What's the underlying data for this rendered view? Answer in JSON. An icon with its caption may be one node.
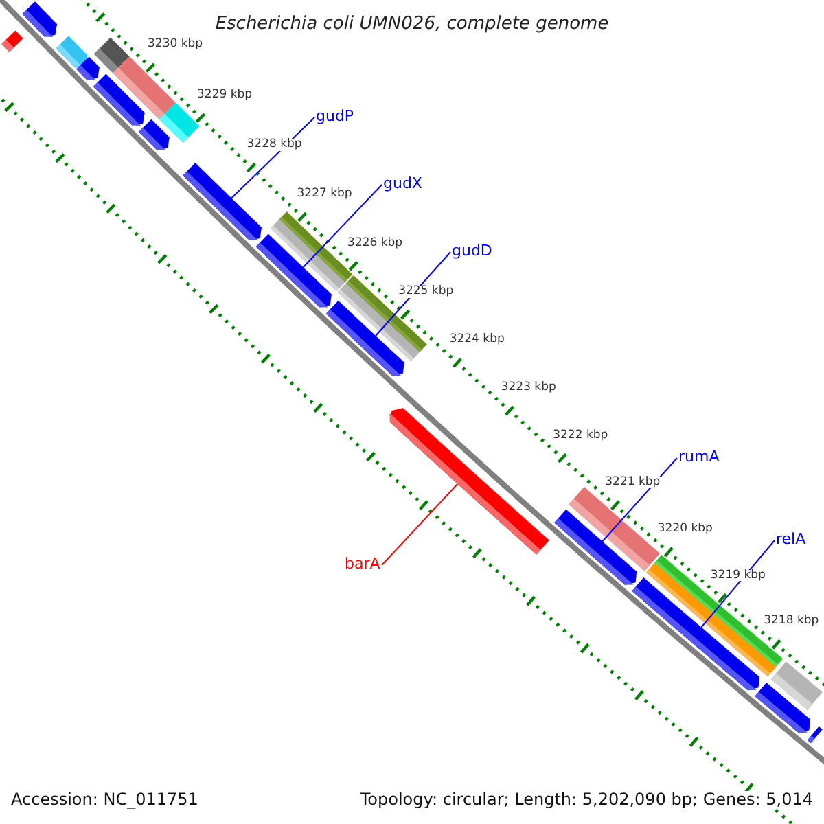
{
  "diagram": {
    "title": "Escherichia coli UMN026, complete genome",
    "nodes": [
      {
        "text": [
          "gudP"
        ]
      },
      {
        "text": [
          "gudX"
        ]
      },
      {
        "text": [
          "gudD"
        ]
      },
      {
        "text": [
          "barA"
        ]
      },
      {
        "text": [
          "rumA"
        ]
      },
      {
        "text": [
          "relA"
        ]
      },
      {
        "text": [],
        "shape": "bar"
      },
      {
        "text": [],
        "shape": "arrow"
      },
      {
        "text": [],
        "shape": "arrow"
      },
      {
        "text": [],
        "shape": "arrow"
      },
      {
        "text": [],
        "shape": "bar"
      },
      {
        "text": [],
        "shape": "arrow"
      },
      {
        "text": [],
        "shape": "bar"
      },
      {
        "text": [],
        "shape": "arrow"
      },
      {
        "text": [],
        "shape": "bar"
      },
      {
        "text": [],
        "shape": "arrow"
      },
      {
        "text": [],
        "shape": "bar"
      },
      {
        "text": [],
        "shape": "bar"
      },
      {
        "text": [],
        "shape": "arrow"
      },
      {
        "text": [],
        "shape": "bar"
      },
      {
        "text": [],
        "shape": "bar"
      },
      {
        "text": [],
        "shape": "arrow"
      },
      {
        "text": [],
        "shape": "arrow"
      },
      {
        "text": [],
        "shape": "bar"
      },
      {
        "text": [],
        "shape": "arrow"
      },
      {
        "text": [],
        "shape": "bar"
      },
      {
        "text": [],
        "shape": "bar"
      },
      {
        "text": [],
        "shape": "arrow"
      },
      {
        "text": [],
        "shape": "arrow"
      },
      {
        "text": [],
        "shape": "bar"
      },
      {
        "text": [],
        "shape": "arrow"
      }
    ],
    "edges": [
      {
        "from": 0,
        "to": 15,
        "arrow": "none"
      },
      {
        "from": 1,
        "to": 18,
        "arrow": "none"
      },
      {
        "from": 2,
        "to": 21,
        "arrow": "none"
      },
      {
        "from": 3,
        "to": 22,
        "arrow": "none",
        "color": "#ff0000"
      },
      {
        "from": 4,
        "to": 24,
        "arrow": "none"
      },
      {
        "from": 5,
        "to": 27,
        "arrow": "none"
      }
    ],
    "labels": [
      "3230 kbp",
      "3229 kbp",
      "3228 kbp",
      "3227 kbp",
      "3226 kbp",
      "3225 kbp",
      "3224 kbp",
      "3223 kbp",
      "3222 kbp",
      "3221 kbp",
      "3220 kbp",
      "3219 kbp",
      "3218 kbp",
      "Accession: NC_011751",
      "Topology: circular; Length: 5,202,090 bp; Genes: 5,014"
    ]
  }
}
